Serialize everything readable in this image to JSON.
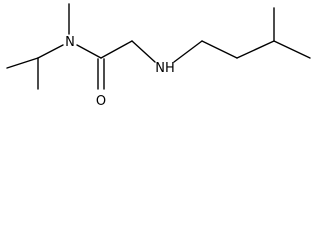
{
  "molecule": {
    "atoms": [
      {
        "id": "N1",
        "element": "N"
      },
      {
        "id": "N2",
        "element": "NH"
      },
      {
        "id": "O1",
        "element": "O"
      }
    ],
    "colors": {
      "bond": "#000000",
      "label": "#000000",
      "background": "#ffffff"
    }
  }
}
